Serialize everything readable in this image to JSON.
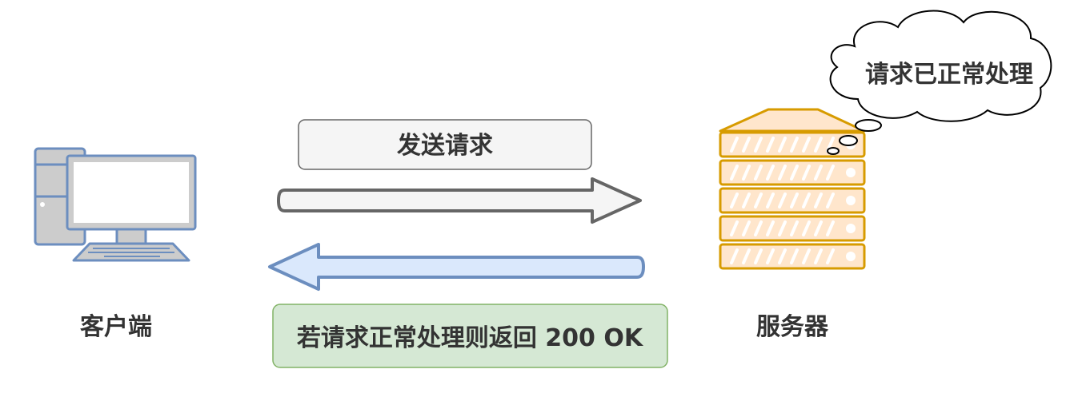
{
  "diagram": {
    "client_label": "客户端",
    "server_label": "服务器",
    "request_label": "发送请求",
    "response_label": "若请求正常处理则返回 200 OK",
    "cloud_text": "请求已正常处理"
  },
  "colors": {
    "client_stroke": "#6c8ebf",
    "client_fill": "#cccccc",
    "screen_fill": "#ffffff",
    "server_stroke": "#d79b00",
    "server_fill": "#ffe6cc",
    "request_arrow_fill": "#f5f5f5",
    "request_arrow_stroke": "#666666",
    "response_arrow_fill": "#dae8fc",
    "response_arrow_stroke": "#6c8ebf",
    "request_box_fill": "#f5f5f5",
    "request_box_stroke": "#666666",
    "response_box_fill": "#d5e8d4",
    "response_box_stroke": "#82b366",
    "text": "#333333"
  },
  "icons": {
    "client": "desktop-computer-icon",
    "server": "server-rack-icon",
    "thought": "thought-cloud-icon"
  }
}
